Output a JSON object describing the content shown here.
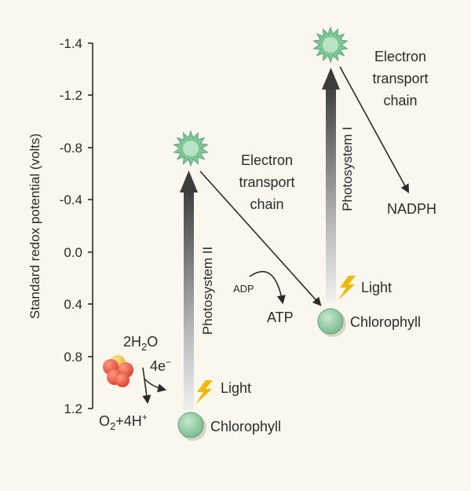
{
  "axis": {
    "title": "Standard redox potential (volts)",
    "ticks": [
      "-1.4",
      "-1.2",
      "-0.8",
      "-0.4",
      "0.0",
      "0.4",
      "0.8",
      "1.2"
    ]
  },
  "water": {
    "reactant_pre": "2H",
    "reactant_sub": "2",
    "reactant_post": "O",
    "electrons_base": "4e",
    "electrons_sup": "−",
    "product_pre": "O",
    "product_sub": "2",
    "product_mid": "+4H",
    "product_sup": "+"
  },
  "photosystem2": {
    "label": "Photosystem II",
    "light": "Light",
    "pigment": "Chlorophyll",
    "etc_lines": [
      "Electron",
      "transport",
      "chain"
    ],
    "adp": "ADP",
    "atp": "ATP"
  },
  "photosystem1": {
    "label": "Photosystem I",
    "light": "Light",
    "pigment": "Chlorophyll",
    "etc_lines": [
      "Electron",
      "transport",
      "chain"
    ],
    "nadph": "NADPH"
  },
  "colors": {
    "background": "#faf7ee",
    "chlorophyll": "#8fc9a0",
    "excited": "#7dc797",
    "lightning": "#f5b800",
    "water_red": "#e84b3a",
    "water_yellow": "#f3c23a"
  }
}
